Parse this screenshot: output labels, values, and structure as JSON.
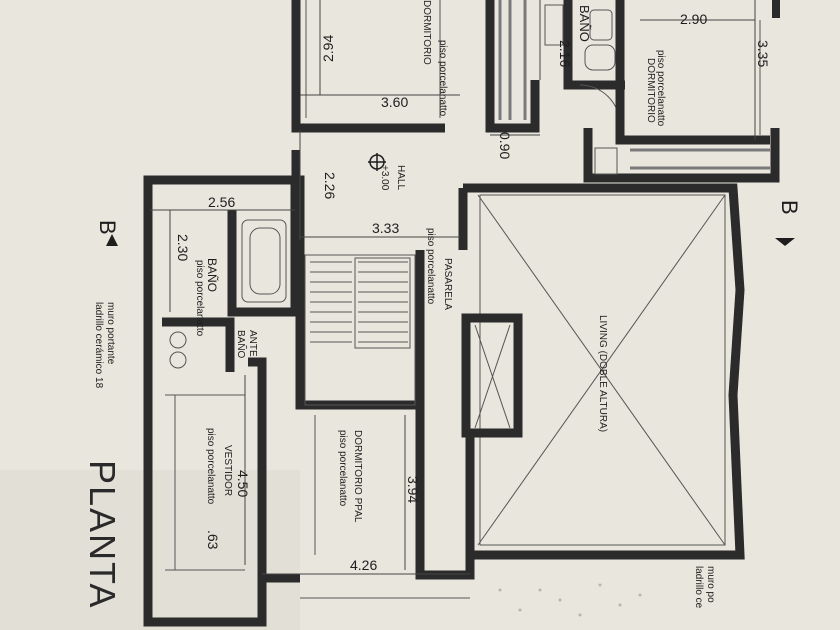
{
  "plan_title": "PLANTA",
  "section_marks": [
    "B",
    "B"
  ],
  "rooms": {
    "dormitorio_top": {
      "name": "DORMITORIO",
      "floor": "piso porcelanatto"
    },
    "bano_top": {
      "name": "BAÑO"
    },
    "dormitorio_right": {
      "name": "DORMITORIO",
      "floor": "piso porcelanatto"
    },
    "hall": {
      "name": "HALL",
      "level": "+3.00"
    },
    "pasarela": {
      "name": "PASARELA",
      "floor": "piso porcelanatto"
    },
    "bano": {
      "name": "BAÑO",
      "floor": "piso porcelanatto"
    },
    "ante_bano": {
      "name": "ANTE",
      "name2": "BAÑO"
    },
    "vestidor": {
      "name": "VESTIDOR",
      "floor": "piso porcelanatto"
    },
    "dormitorio_ppal": {
      "name": "DORMITORIO PPAL",
      "floor": "piso porcelanatto"
    },
    "living": {
      "name": "LIVING (DOBLE ALTURA)"
    }
  },
  "dimensions": {
    "d294": "2.94",
    "d360": "3.60",
    "d216": "2.16",
    "d290": "2.90",
    "d335": "3.35",
    "d090": "0.90",
    "d226": "2.26",
    "d333": "3.33",
    "d256": "2.56",
    "d230": "2.30",
    "d450": "4.50",
    "d163": ".63",
    "d394": "3.94",
    "d426": "4.26"
  },
  "notes": {
    "muro_left_1": "muro portante",
    "muro_left_2": "ladrillo cerámico 18",
    "muro_right_1": "muro po",
    "muro_right_2": "ladrillo ce"
  }
}
